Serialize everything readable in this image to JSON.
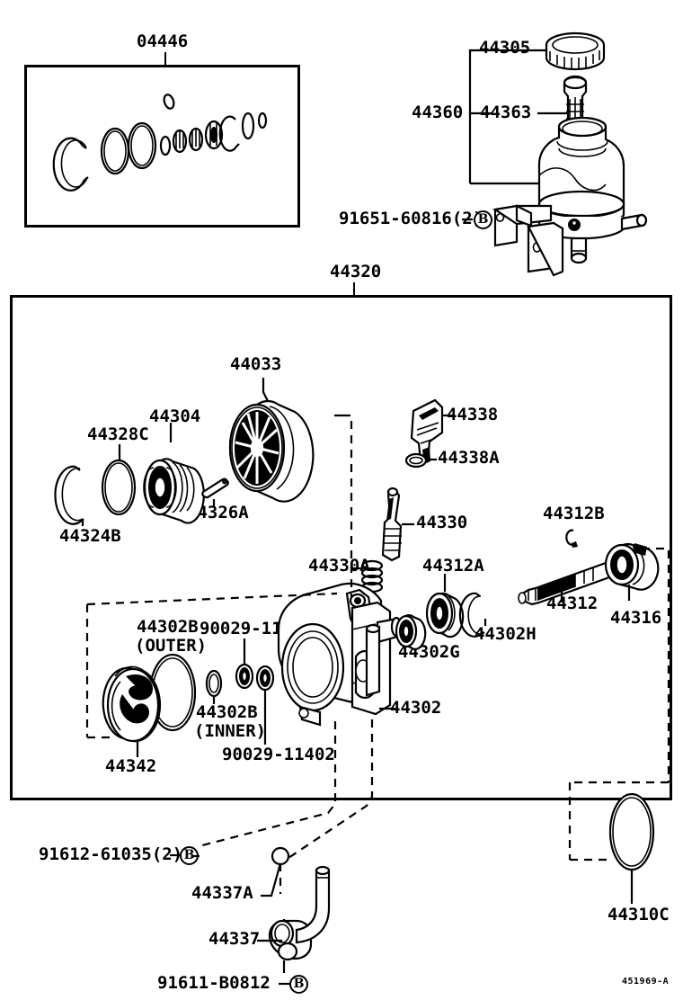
{
  "diagram": {
    "id_code": "451969-A",
    "type": "exploded-parts-diagram",
    "subject": "Vane Pump & Reservoir (Power Steering)"
  },
  "groups": {
    "kit_box": {
      "label": "04446",
      "name": "overhaul-gasket-kit"
    },
    "pump_box": {
      "label": "44320",
      "name": "vane-pump-assembly"
    },
    "reservoir_bracket": {
      "label": "44360",
      "name": "reservoir-assembly"
    }
  },
  "parts": [
    {
      "id": "p1",
      "label": "04446",
      "name": "gasket-kit"
    },
    {
      "id": "p2",
      "label": "44305",
      "name": "reservoir-cap"
    },
    {
      "id": "p3",
      "label": "44360",
      "name": "reservoir-assembly"
    },
    {
      "id": "p4",
      "label": "44363",
      "name": "reservoir-filter"
    },
    {
      "id": "p5",
      "label": "91651-60816(2)",
      "name": "reservoir-bolt"
    },
    {
      "id": "p6",
      "label": "44320",
      "name": "vane-pump-assembly"
    },
    {
      "id": "p7",
      "label": "44033",
      "name": "pump-pulley"
    },
    {
      "id": "p8",
      "label": "44304",
      "name": "pulley-hub"
    },
    {
      "id": "p9",
      "label": "44328C",
      "name": "pulley-o-ring"
    },
    {
      "id": "p10",
      "label": "44324B",
      "name": "snap-ring"
    },
    {
      "id": "p11",
      "label": "44326A",
      "name": "woodruff-key"
    },
    {
      "id": "p12",
      "label": "44338",
      "name": "flow-control-connector"
    },
    {
      "id": "p13",
      "label": "44338A",
      "name": "connector-o-ring"
    },
    {
      "id": "p14",
      "label": "44330",
      "name": "flow-control-valve"
    },
    {
      "id": "p15",
      "label": "44330A",
      "name": "valve-spring"
    },
    {
      "id": "p16",
      "label": "44312B",
      "name": "shaft-snap-ring"
    },
    {
      "id": "p17",
      "label": "44312A",
      "name": "shaft-bearing"
    },
    {
      "id": "p18",
      "label": "44312",
      "name": "drive-shaft"
    },
    {
      "id": "p19",
      "label": "44316",
      "name": "rear-bearing"
    },
    {
      "id": "p20",
      "label": "44302H",
      "name": "retaining-ring"
    },
    {
      "id": "p21",
      "label": "44302G",
      "name": "oil-seal"
    },
    {
      "id": "p22",
      "label": "44302",
      "name": "pump-housing"
    },
    {
      "id": "p23",
      "label": "90029-11402",
      "name": "housing-pin-upper"
    },
    {
      "id": "p24",
      "label": "90029-11402",
      "name": "housing-pin-lower"
    },
    {
      "id": "p25",
      "label": "44302B\n(OUTER)",
      "name": "housing-o-ring-outer"
    },
    {
      "id": "p26",
      "label": "44302B\n(INNER)",
      "name": "housing-o-ring-inner"
    },
    {
      "id": "p27",
      "label": "44342",
      "name": "pump-rear-housing"
    },
    {
      "id": "p28",
      "label": "91612-61035(2)",
      "name": "pump-mount-bolt"
    },
    {
      "id": "p29",
      "label": "44337A",
      "name": "union-o-ring"
    },
    {
      "id": "p30",
      "label": "44337",
      "name": "suction-union"
    },
    {
      "id": "p31",
      "label": "91611-B0812",
      "name": "union-bolt"
    },
    {
      "id": "p32",
      "label": "44310C",
      "name": "pump-o-ring"
    }
  ],
  "labels": {
    "kit": "04446",
    "cap": "44305",
    "reservoir": "44360",
    "filter": "44363",
    "reservoir_bolt": "91651-60816(2)",
    "pump_assy": "44320",
    "pulley": "44033",
    "hub": "44304",
    "oring_pulley": "44328C",
    "snap_ring": "44324B",
    "key": "44326A",
    "connector": "44338",
    "connector_oring": "44338A",
    "flow_valve": "44330",
    "valve_spring": "44330A",
    "shaft_ring": "44312B",
    "shaft_bearing": "44312A",
    "shaft": "44312",
    "rear_bearing": "44316",
    "retaining_ring": "44302H",
    "oil_seal": "44302G",
    "housing": "44302",
    "pin_upper": "90029-11402",
    "pin_lower": "90029-11402",
    "oring_outer_1": "44302B",
    "oring_outer_2": "(OUTER)",
    "oring_inner_1": "44302B",
    "oring_inner_2": "(INNER)",
    "rear_housing": "44342",
    "mount_bolt": "91612-61035(2)",
    "union_oring": "44337A",
    "union": "44337",
    "union_bolt": "91611-B0812",
    "pump_oring": "44310C",
    "footer_code": "451969-A",
    "bolt_mark": "B"
  }
}
